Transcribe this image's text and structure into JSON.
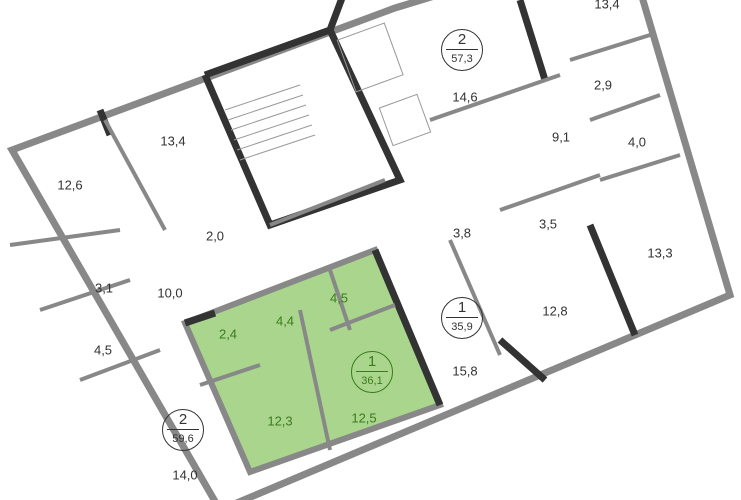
{
  "colors": {
    "selected_fill": "#a9d68c",
    "selected_text": "#3c7a1e",
    "wall": "#888888",
    "wall_dark": "#333333"
  },
  "apartments": [
    {
      "rooms": "2",
      "area": "57,3"
    },
    {
      "rooms": "1",
      "area": "35,9"
    },
    {
      "rooms": "1",
      "area": "36,1",
      "selected": true
    },
    {
      "rooms": "2",
      "area": "59,6"
    }
  ],
  "room_areas": {
    "top_13_4": "13,4",
    "r14_6": "14,6",
    "r2_9": "2,9",
    "r9_1": "9,1",
    "r4_0": "4,0",
    "left_13_4": "13,4",
    "r12_6": "12,6",
    "r2_0": "2,0",
    "r3_8": "3,8",
    "r3_5": "3,5",
    "r13_3": "13,3",
    "r3_1": "3,1",
    "r10_0": "10,0",
    "r4_5_left": "4,5",
    "r12_8": "12,8",
    "r15_8": "15,8",
    "r14_0": "14,0",
    "sel_2_4": "2,4",
    "sel_4_4": "4,4",
    "sel_4_5": "4,5",
    "sel_12_3": "12,3",
    "sel_12_5": "12,5"
  }
}
